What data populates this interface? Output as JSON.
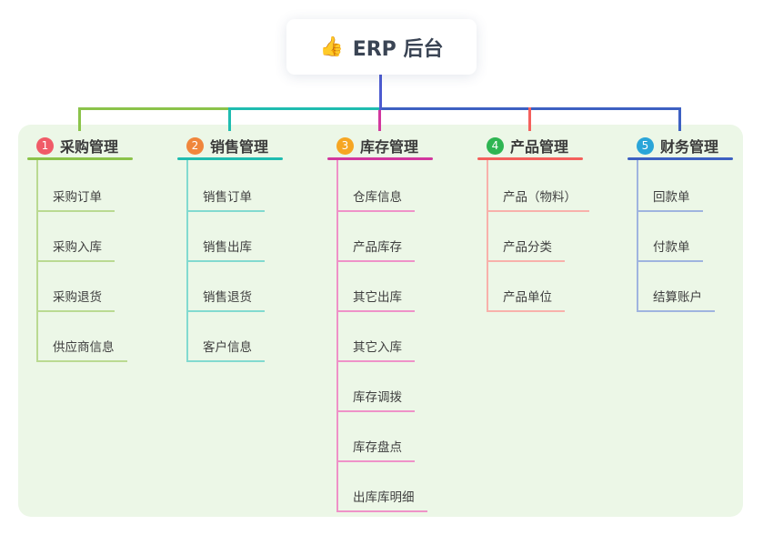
{
  "root": {
    "icon": "👍",
    "title": "ERP 后台"
  },
  "colors": {
    "canvas_bg": "#ffffff",
    "panel_bg": "#ecf7e7",
    "root_card_bg": "#ffffff",
    "root_stub": "#4d5bd0",
    "root_text": "#3a4454",
    "title_text": "#3a3a3a",
    "item_text": "#3f3f3f"
  },
  "branches": [
    {
      "index": "1",
      "title": "采购管理",
      "badge_color": "#f05b68",
      "line_color": "#8bc34a",
      "light_color": "#bada92",
      "items": [
        "采购订单",
        "采购入库",
        "采购退货",
        "供应商信息"
      ]
    },
    {
      "index": "2",
      "title": "销售管理",
      "badge_color": "#f0863c",
      "line_color": "#1fbcb0",
      "light_color": "#82dad0",
      "items": [
        "销售订单",
        "销售出库",
        "销售退货",
        "客户信息"
      ]
    },
    {
      "index": "3",
      "title": "库存管理",
      "badge_color": "#f6a623",
      "line_color": "#d2379e",
      "light_color": "#ef92c8",
      "items": [
        "仓库信息",
        "产品库存",
        "其它出库",
        "其它入库",
        "库存调拨",
        "库存盘点",
        "出库库明细"
      ]
    },
    {
      "index": "4",
      "title": "产品管理",
      "badge_color": "#2eb552",
      "line_color": "#f4605c",
      "light_color": "#f8b1ab",
      "items": [
        "产品（物料）",
        "产品分类",
        "产品单位"
      ]
    },
    {
      "index": "5",
      "title": "财务管理",
      "badge_color": "#2aa5d8",
      "line_color": "#3d60c2",
      "light_color": "#9fb4df",
      "items": [
        "回款单",
        "付款单",
        "结算账户"
      ]
    }
  ]
}
